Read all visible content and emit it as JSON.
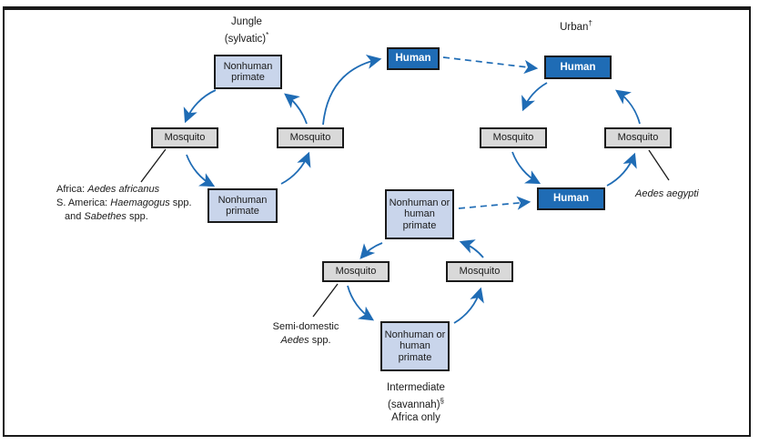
{
  "figure": {
    "cycle_labels": {
      "jungle": {
        "line1": "Jungle",
        "line2": "(sylvatic)",
        "sup": "*"
      },
      "urban": {
        "line1": "Urban",
        "sup": "†"
      },
      "intermediate": {
        "line1": "Intermediate",
        "line2": "(savannah)",
        "sup": "§",
        "line3": "Africa only"
      }
    },
    "boxes": {
      "nonhuman_primate": "Nonhuman primate",
      "nonhuman_or_human_primate": "Nonhuman or human primate",
      "mosquito": "Mosquito",
      "human": "Human"
    },
    "annotations": {
      "jungle_vectors": {
        "line1_label": "Africa: ",
        "line1_species": "Aedes africanus",
        "line2_label": "S. America: ",
        "line2_species": "Haemagogus",
        "line2_after": " spp.",
        "line3_label": "and ",
        "line3_species": "Sabethes",
        "line3_after": " spp."
      },
      "semi_domestic": {
        "line1": "Semi-domestic",
        "line2_species": "Aedes",
        "line2_after": " spp."
      },
      "urban_vector": {
        "species": "Aedes aegypti"
      }
    },
    "colors": {
      "arrow_blue": "#1F6CB5",
      "human_fill": "#1F6CB5",
      "human_text": "#FFFFFF",
      "primate_fill": "#C9D5EB",
      "mosquito_fill": "#D9D9D9",
      "box_border": "#1A1A1A"
    }
  }
}
